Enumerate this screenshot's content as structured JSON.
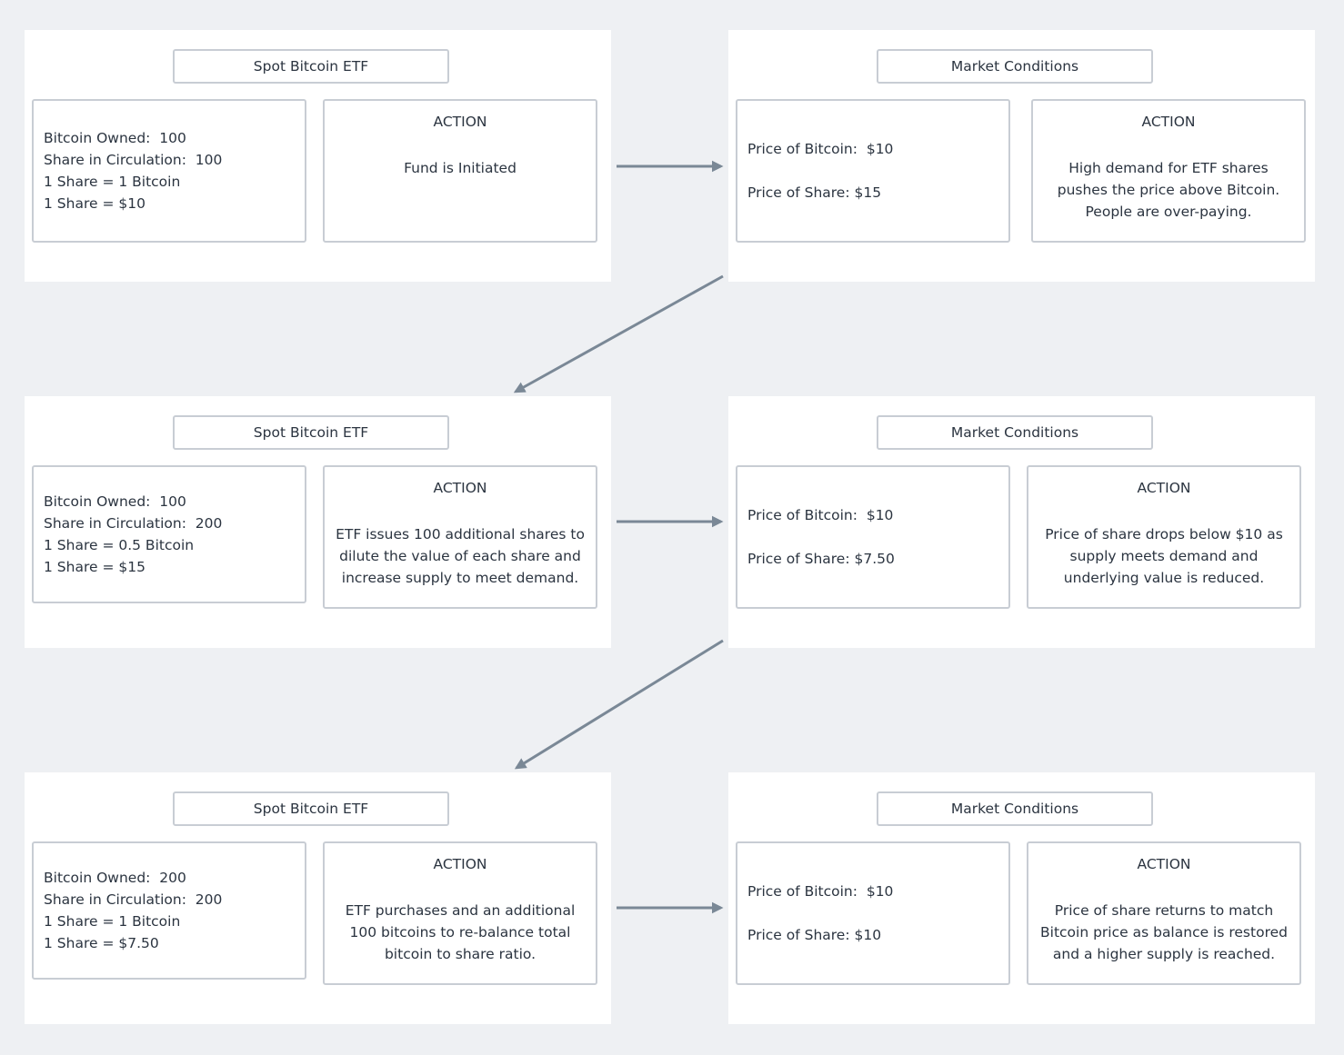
{
  "rows": [
    {
      "etf": {
        "title": "Spot Bitcoin ETF",
        "lines": [
          "Bitcoin Owned:  100",
          "Share in Circulation:  100",
          "1 Share = 1 Bitcoin",
          "1 Share = $10"
        ],
        "action_head": "ACTION",
        "action_text": "Fund is Initiated"
      },
      "market": {
        "title": "Market Conditions",
        "price_bitcoin": "Price of Bitcoin:  $10",
        "price_share": "Price of Share: $15",
        "action_head": "ACTION",
        "action_text": "High demand for ETF shares\npushes the price above Bitcoin.\nPeople are over-paying."
      }
    },
    {
      "etf": {
        "title": "Spot Bitcoin ETF",
        "lines": [
          "Bitcoin Owned:  100",
          "Share in Circulation:  200",
          "1 Share = 0.5 Bitcoin",
          "1 Share = $15"
        ],
        "action_head": "ACTION",
        "action_text": "ETF issues 100 additional shares to\ndilute the value of each share and\nincrease supply to meet demand."
      },
      "market": {
        "title": "Market Conditions",
        "price_bitcoin": "Price of Bitcoin:  $10",
        "price_share": "Price of Share: $7.50",
        "action_head": "ACTION",
        "action_text": "Price of share drops below $10 as\nsupply meets demand and\nunderlying value is reduced."
      }
    },
    {
      "etf": {
        "title": "Spot Bitcoin ETF",
        "lines": [
          "Bitcoin Owned:  200",
          "Share in Circulation:  200",
          "1 Share = 1 Bitcoin",
          "1 Share = $7.50"
        ],
        "action_head": "ACTION",
        "action_text": "ETF purchases and an additional\n100 bitcoins to re-balance total\nbitcoin to share ratio."
      },
      "market": {
        "title": "Market Conditions",
        "price_bitcoin": "Price of Bitcoin:  $10",
        "price_share": "Price of Share: $10",
        "action_head": "ACTION",
        "action_text": "Price of share returns to match\nBitcoin price as balance is restored\nand a higher supply is reached."
      }
    }
  ],
  "colors": {
    "background": "#eef0f3",
    "panel": "#ffffff",
    "box_border": "#c8cdd4",
    "arrow": "#7a8896",
    "text": "#2b3440"
  }
}
